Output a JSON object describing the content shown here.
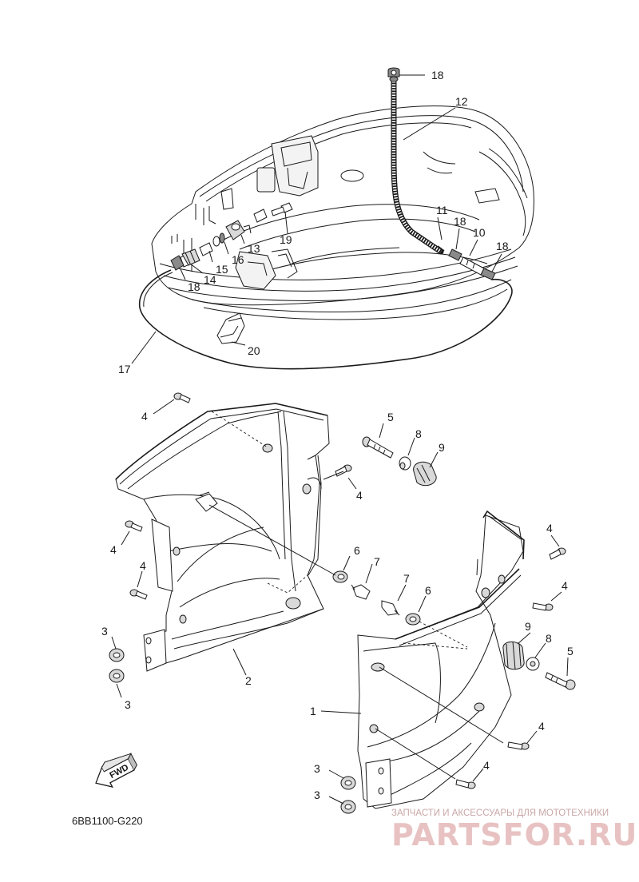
{
  "diagram": {
    "code": "6BB1100-G220",
    "fwd_label": "FWD",
    "callouts": [
      {
        "id": "c18a",
        "text": "18"
      },
      {
        "id": "c12",
        "text": "12"
      },
      {
        "id": "c11",
        "text": "11"
      },
      {
        "id": "c18b",
        "text": "18"
      },
      {
        "id": "c10",
        "text": "10"
      },
      {
        "id": "c18c",
        "text": "18"
      },
      {
        "id": "c19",
        "text": "19"
      },
      {
        "id": "c13",
        "text": "13"
      },
      {
        "id": "c16",
        "text": "16"
      },
      {
        "id": "c15",
        "text": "15"
      },
      {
        "id": "c14",
        "text": "14"
      },
      {
        "id": "c18d",
        "text": "18"
      },
      {
        "id": "c17",
        "text": "17"
      },
      {
        "id": "c20",
        "text": "20"
      },
      {
        "id": "c4a",
        "text": "4"
      },
      {
        "id": "c5a",
        "text": "5"
      },
      {
        "id": "c8a",
        "text": "8"
      },
      {
        "id": "c9a",
        "text": "9"
      },
      {
        "id": "c4b",
        "text": "4"
      },
      {
        "id": "c4c",
        "text": "4"
      },
      {
        "id": "c4d",
        "text": "4"
      },
      {
        "id": "c6a",
        "text": "6"
      },
      {
        "id": "c7a",
        "text": "7"
      },
      {
        "id": "c7b",
        "text": "7"
      },
      {
        "id": "c6b",
        "text": "6"
      },
      {
        "id": "c4e",
        "text": "4"
      },
      {
        "id": "c4f",
        "text": "4"
      },
      {
        "id": "c3a",
        "text": "3"
      },
      {
        "id": "c3b",
        "text": "3"
      },
      {
        "id": "c2",
        "text": "2"
      },
      {
        "id": "c9b",
        "text": "9"
      },
      {
        "id": "c8b",
        "text": "8"
      },
      {
        "id": "c5b",
        "text": "5"
      },
      {
        "id": "c1",
        "text": "1"
      },
      {
        "id": "c4g",
        "text": "4"
      },
      {
        "id": "c4h",
        "text": "4"
      },
      {
        "id": "c3c",
        "text": "3"
      },
      {
        "id": "c3d",
        "text": "3"
      }
    ]
  },
  "watermark": {
    "tagline": "ЗАПЧАСТИ И АКСЕССУАРЫ ДЛЯ МОТОТЕХНИКИ",
    "brand": "PARTSFOR.RU"
  },
  "colors": {
    "ink": "#1a1a1a",
    "watermark": "#e8c2c2"
  }
}
